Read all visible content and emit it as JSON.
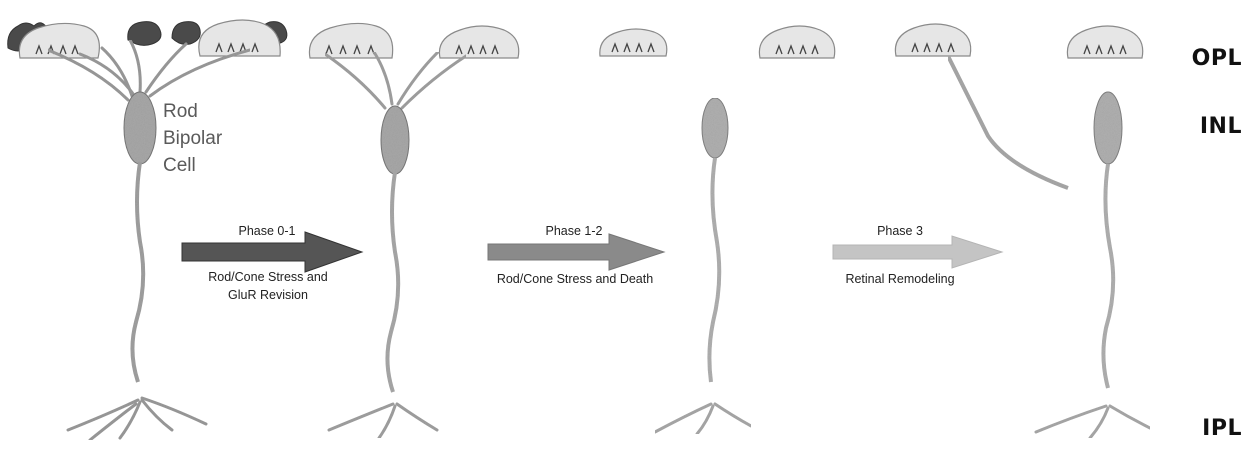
{
  "layers": {
    "opl": "OPL",
    "inl": "INL",
    "ipl": "IPL"
  },
  "cell_label": {
    "line1": "Rod",
    "line2": "Bipolar",
    "line3": "Cell"
  },
  "phases": [
    {
      "title": "Phase 0-1",
      "desc_line1": "Rod/Cone Stress and",
      "desc_line2": "GluR Revision",
      "arrow_color": "#555555"
    },
    {
      "title": "Phase 1-2",
      "desc_line1": "Rod/Cone Stress and Death",
      "desc_line2": "",
      "arrow_color": "#8a8a8a"
    },
    {
      "title": "Phase 3",
      "desc_line1": "Retinal Remodeling",
      "desc_line2": "",
      "arrow_color": "#c4c4c4"
    }
  ],
  "colors": {
    "cell_fill": "#a8a8a8",
    "cell_outline": "#6e6e6e",
    "terminal_fill": "#ececec",
    "terminal_dark": "#5a5a5a",
    "text": "#222222"
  }
}
